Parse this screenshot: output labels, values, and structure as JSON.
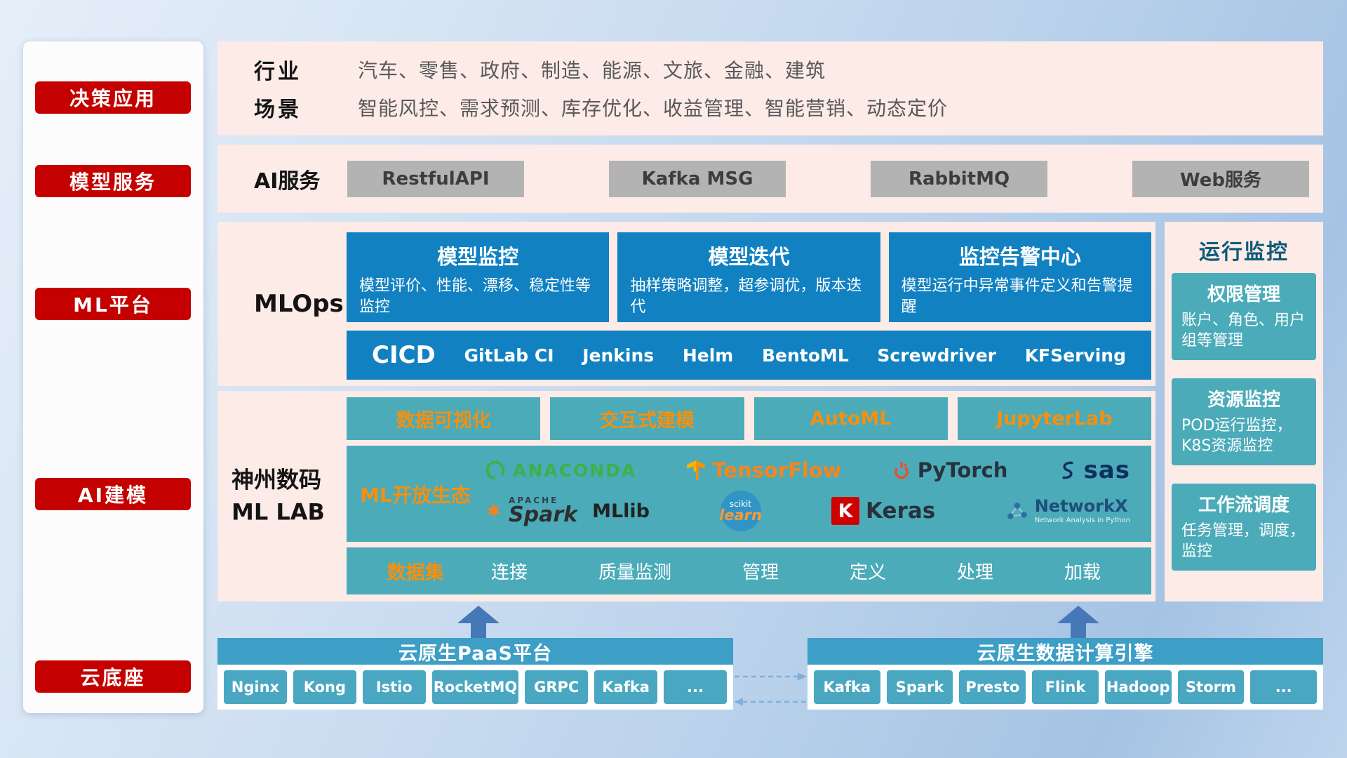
{
  "palette": {
    "nav_red": "#c40000",
    "panel_pink": "#fcebe7",
    "card_blue": "#1181c2",
    "card_teal": "#4babb9",
    "bar_teal": "#3d9ec6",
    "accent_orange": "#f29111",
    "button_gray": "#b3b3b3",
    "monitor_title_blue": "#0e5b7a"
  },
  "sidebar": {
    "items": [
      {
        "label": "决策应用"
      },
      {
        "label": "模型服务"
      },
      {
        "label": "ML平台"
      },
      {
        "label": "AI建模"
      },
      {
        "label": "云底座"
      }
    ]
  },
  "industry": {
    "rows": [
      {
        "label": "行业",
        "value": "汽车、零售、政府、制造、能源、文旅、金融、建筑"
      },
      {
        "label": "场景",
        "value": "智能风控、需求预测、库存优化、收益管理、智能营销、动态定价"
      }
    ]
  },
  "ai_service": {
    "label": "AI服务",
    "items": [
      "RestfulAPI",
      "Kafka MSG",
      "RabbitMQ",
      "Web服务"
    ]
  },
  "mlops": {
    "label": "MLOps",
    "cards": [
      {
        "title": "模型监控",
        "desc": "模型评价、性能、漂移、稳定性等监控"
      },
      {
        "title": "模型迭代",
        "desc": "抽样策略调整，超参调优，版本迭代"
      },
      {
        "title": "监控告警中心",
        "desc": "模型运行中异常事件定义和告警提醒"
      }
    ],
    "cicd_label": "CICD",
    "cicd_tools": [
      "GitLab CI",
      "Jenkins",
      "Helm",
      "BentoML",
      "Screwdriver",
      "KFServing"
    ]
  },
  "mllab": {
    "label_line1": "神州数码",
    "label_line2": "ML LAB",
    "tools": [
      "数据可视化",
      "交互式建模",
      "AutoML",
      "JupyterLab"
    ],
    "ecosystem": {
      "label": "ML开放生态",
      "logos": {
        "anaconda": "ANACONDA",
        "tensorflow": "TensorFlow",
        "pytorch": "PyTorch",
        "sas": "sas",
        "apache": "APACHE",
        "spark": "Spark",
        "mllib": "MLlib",
        "scikit": "scikit",
        "learn": "learn",
        "keras_k": "K",
        "keras": "Keras",
        "networkx": "NetworkX",
        "networkx_sub": "Network Analysis in Python"
      }
    },
    "dataset": {
      "label": "数据集",
      "items": [
        "连接",
        "质量监测",
        "管理",
        "定义",
        "处理",
        "加载"
      ]
    }
  },
  "monitoring": {
    "title": "运行监控",
    "cards": [
      {
        "title": "权限管理",
        "desc": "账户、角色、用户组等管理"
      },
      {
        "title": "资源监控",
        "desc": "POD运行监控，K8S资源监控"
      },
      {
        "title": "工作流调度",
        "desc": "任务管理，调度，监控"
      }
    ]
  },
  "foundation": {
    "paas": {
      "title": "云原生PaaS平台",
      "items": [
        "Nginx",
        "Kong",
        "Istio",
        "RocketMQ",
        "GRPC",
        "Kafka",
        "..."
      ]
    },
    "engine": {
      "title": "云原生数据计算引擎",
      "items": [
        "Kafka",
        "Spark",
        "Presto",
        "Flink",
        "Hadoop",
        "Storm",
        "..."
      ]
    }
  }
}
